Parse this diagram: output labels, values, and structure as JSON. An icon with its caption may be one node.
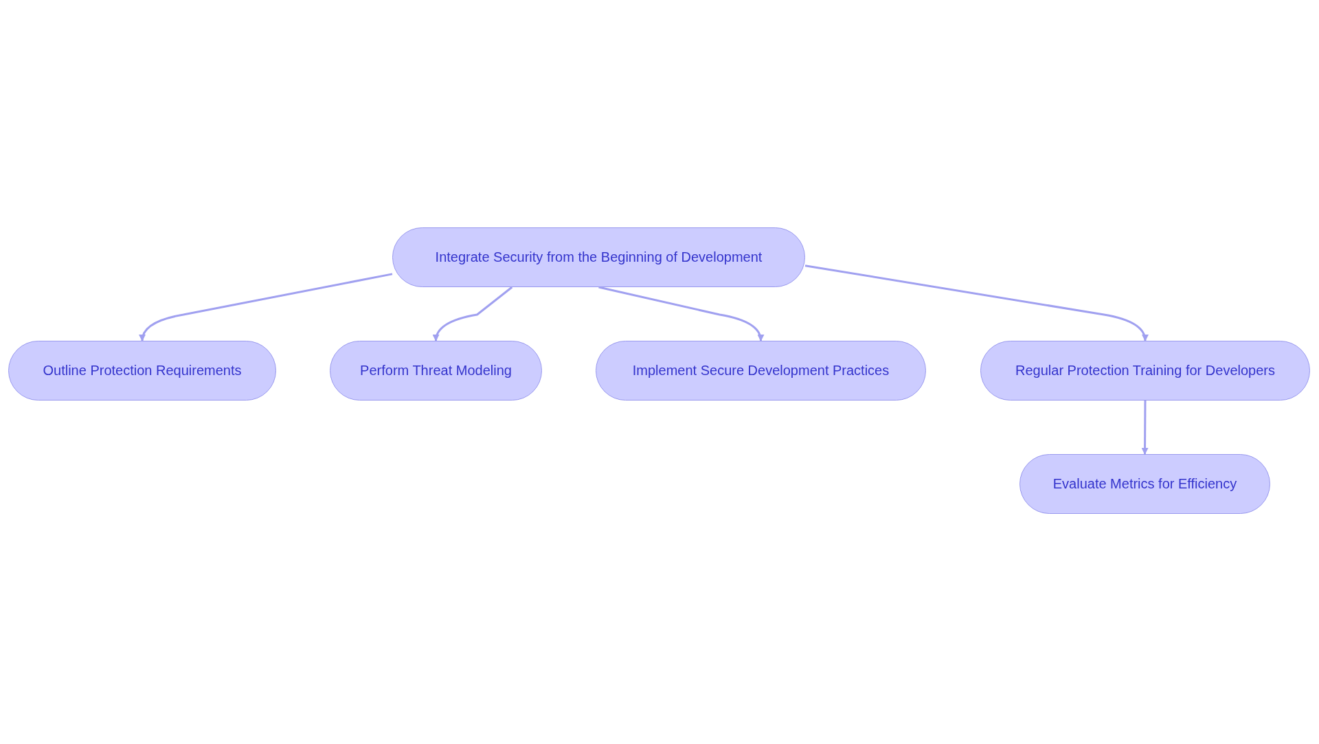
{
  "diagram": {
    "nodes": [
      {
        "text": [
          "Integrate Security from the Beginning of Development"
        ]
      },
      {
        "text": [
          "Outline Protection Requirements"
        ]
      },
      {
        "text": [
          "Perform Threat Modeling"
        ]
      },
      {
        "text": [
          "Implement Secure Development Practices"
        ]
      },
      {
        "text": [
          "Regular Protection Training for Developers"
        ]
      },
      {
        "text": [
          "Evaluate Metrics for Efficiency"
        ]
      }
    ],
    "edges": [
      {
        "from": 0,
        "to": 1,
        "arrow": "to"
      },
      {
        "from": 0,
        "to": 2,
        "arrow": "to"
      },
      {
        "from": 0,
        "to": 3,
        "arrow": "to"
      },
      {
        "from": 0,
        "to": 4,
        "arrow": "to"
      },
      {
        "from": 4,
        "to": 5,
        "arrow": "to"
      }
    ]
  }
}
